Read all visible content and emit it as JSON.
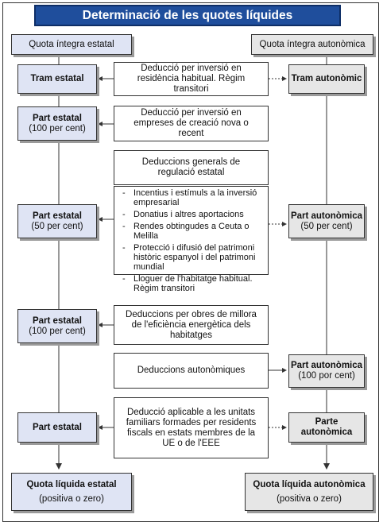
{
  "title": "Determinació de les quotes líquides",
  "left_header": "Quota íntegra estatal",
  "right_header": "Quota íntegra autonòmica",
  "left_column": [
    {
      "name": "Tram estatal",
      "sub": ""
    },
    {
      "name": "Part estatal",
      "sub": "(100 per cent)"
    },
    {
      "name": "Part estatal",
      "sub": "(50 per cent)"
    },
    {
      "name": "Part estatal",
      "sub": "(100 per cent)"
    },
    {
      "name": "Part estatal",
      "sub": ""
    }
  ],
  "right_column": [
    {
      "name": "Tram autonòmic",
      "sub": ""
    },
    {
      "name": "Part autonòmica",
      "sub": "(50 per cent)"
    },
    {
      "name": "Part autonòmica",
      "sub": "(100 por cent)"
    },
    {
      "name": "Parte autonòmica",
      "sub": ""
    }
  ],
  "deductions": {
    "d1": "Deducció per inversió en residència habitual. Règim transitori",
    "d2": "Deducció per inversió en empreses de creació nova o recent",
    "d3_title": "Deduccions generals de regulació estatal",
    "d3_items": [
      "Incentius i estímuls a la inversió empresarial",
      "Donatius i altres aportacions",
      "Rendes obtingudes a Ceuta o Melilla",
      "Protecció i difusió del patrimoni històric espanyol i del patrimoni mundial",
      "Lloguer de l'habitatge habitual. Règim transitori"
    ],
    "d4": "Deduccions per obres de millora de l'eficiència energètica dels habitatges",
    "d5": "Deduccions autonòmiques",
    "d6": "Deducció aplicable a les unitats familiars formades per residents fiscals en estats membres de la UE o de l'EEE"
  },
  "results": {
    "left_title": "Quota líquida estatal",
    "left_sub": "(positiva o zero)",
    "right_title": "Quota líquida autonòmica",
    "right_sub": "(positiva o zero)"
  }
}
